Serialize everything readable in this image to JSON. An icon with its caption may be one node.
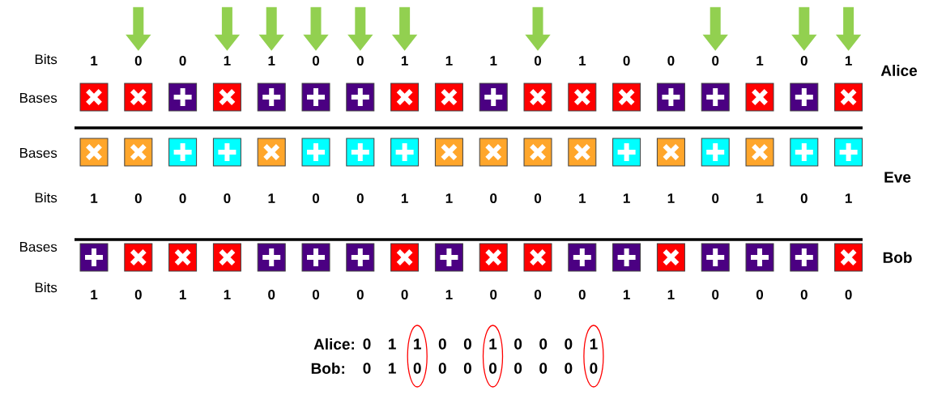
{
  "diagram": {
    "nodes": [
      {
        "text": [
          "1"
        ]
      },
      {
        "text": [
          "0"
        ]
      },
      {
        "text": [
          "0"
        ]
      },
      {
        "text": [
          "1"
        ]
      },
      {
        "text": [
          "1"
        ]
      },
      {
        "text": [
          "0"
        ]
      },
      {
        "text": [
          "0"
        ]
      },
      {
        "text": [
          "1"
        ]
      },
      {
        "text": [
          "1"
        ]
      },
      {
        "text": [
          "1"
        ]
      },
      {
        "text": [
          "0"
        ]
      },
      {
        "text": [
          "1"
        ]
      },
      {
        "text": [
          "0"
        ]
      },
      {
        "text": [
          "0"
        ]
      },
      {
        "text": [
          "0"
        ]
      },
      {
        "text": [
          "1"
        ]
      },
      {
        "text": [
          "0"
        ]
      },
      {
        "text": [
          "1"
        ]
      },
      {
        "text": [],
        "shape": "cross"
      },
      {
        "text": [],
        "shape": "cross"
      },
      {
        "text": [],
        "shape": "plus"
      },
      {
        "text": [],
        "shape": "cross"
      },
      {
        "text": [],
        "shape": "plus"
      },
      {
        "text": [],
        "shape": "plus"
      },
      {
        "text": [],
        "shape": "plus"
      },
      {
        "text": [],
        "shape": "cross"
      },
      {
        "text": [],
        "shape": "cross"
      },
      {
        "text": [],
        "shape": "plus"
      },
      {
        "text": [],
        "shape": "cross"
      },
      {
        "text": [],
        "shape": "cross"
      },
      {
        "text": [],
        "shape": "cross"
      },
      {
        "text": [],
        "shape": "plus"
      },
      {
        "text": [],
        "shape": "plus"
      },
      {
        "text": [],
        "shape": "cross"
      },
      {
        "text": [],
        "shape": "plus"
      },
      {
        "text": [],
        "shape": "cross"
      },
      {
        "text": [],
        "shape": "cross"
      },
      {
        "text": [],
        "shape": "cross"
      },
      {
        "text": [],
        "shape": "plus"
      },
      {
        "text": [],
        "shape": "plus"
      },
      {
        "text": [],
        "shape": "cross"
      },
      {
        "text": [],
        "shape": "plus"
      },
      {
        "text": [],
        "shape": "plus"
      },
      {
        "text": [],
        "shape": "plus"
      },
      {
        "text": [],
        "shape": "cross"
      },
      {
        "text": [],
        "shape": "cross"
      },
      {
        "text": [],
        "shape": "cross"
      },
      {
        "text": [],
        "shape": "cross"
      },
      {
        "text": [],
        "shape": "plus"
      },
      {
        "text": [],
        "shape": "cross"
      },
      {
        "text": [],
        "shape": "plus"
      },
      {
        "text": [],
        "shape": "cross"
      },
      {
        "text": [],
        "shape": "plus"
      },
      {
        "text": [],
        "shape": "plus"
      },
      {
        "text": [],
        "shape": "plus"
      },
      {
        "text": [],
        "shape": "cross"
      },
      {
        "text": [],
        "shape": "cross"
      },
      {
        "text": [],
        "shape": "cross"
      },
      {
        "text": [],
        "shape": "plus"
      },
      {
        "text": [],
        "shape": "plus"
      },
      {
        "text": [],
        "shape": "plus"
      },
      {
        "text": [],
        "shape": "cross"
      },
      {
        "text": [],
        "shape": "plus"
      },
      {
        "text": [],
        "shape": "cross"
      },
      {
        "text": [],
        "shape": "cross"
      },
      {
        "text": [],
        "shape": "plus"
      },
      {
        "text": [],
        "shape": "plus"
      },
      {
        "text": [],
        "shape": "cross"
      },
      {
        "text": [],
        "shape": "plus"
      },
      {
        "text": [],
        "shape": "plus"
      },
      {
        "text": [],
        "shape": "plus"
      },
      {
        "text": [],
        "shape": "cross"
      }
    ],
    "edges": [
      {
        "from": null,
        "to": 1,
        "arrow": "to"
      },
      {
        "from": null,
        "to": 3,
        "arrow": "to"
      },
      {
        "from": null,
        "to": 4,
        "arrow": "to"
      },
      {
        "from": null,
        "to": 5,
        "arrow": "to"
      },
      {
        "from": null,
        "to": 6,
        "arrow": "to"
      },
      {
        "from": null,
        "to": 7,
        "arrow": "to"
      },
      {
        "from": null,
        "to": 10,
        "arrow": "to"
      },
      {
        "from": null,
        "to": 14,
        "arrow": "to"
      },
      {
        "from": null,
        "to": 16,
        "arrow": "to"
      },
      {
        "from": null,
        "to": 17,
        "arrow": "to"
      }
    ],
    "labels": [
      "Bits",
      "Alice",
      "Bases",
      "Bases",
      "Eve",
      "Bits",
      "1",
      "0",
      "0",
      "0",
      "1",
      "0",
      "0",
      "1",
      "1",
      "0",
      "0",
      "1",
      "1",
      "1",
      "0",
      "1",
      "0",
      "1",
      "Bases",
      "Bob",
      "Bits",
      "1",
      "0",
      "1",
      "1",
      "0",
      "0",
      "0",
      "0",
      "1",
      "0",
      "0",
      "0",
      "1",
      "1",
      "0",
      "0",
      "0",
      "0",
      "Alice:",
      "0",
      "1",
      "1",
      "0",
      "0",
      "1",
      "0",
      "0",
      "0",
      "1",
      "Bob:",
      "0",
      "1",
      "0",
      "0",
      "0",
      "0",
      "0",
      "0",
      "0",
      "0"
    ]
  }
}
